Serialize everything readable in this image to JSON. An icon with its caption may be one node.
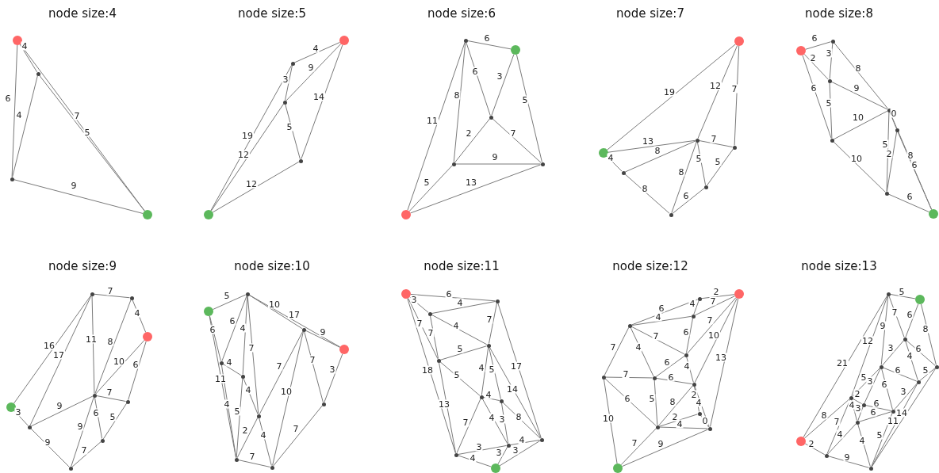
{
  "diagram": {
    "labels": [
      "node size:4",
      "node size:5",
      "node size:6",
      "node size:7",
      "node size:8",
      "node size:9",
      "node size:10",
      "node size:11",
      "node size:12",
      "node size:13"
    ],
    "nodes": [
      {
        "text": [],
        "shape": "circle"
      },
      {
        "text": [],
        "shape": "circle"
      },
      {
        "text": [],
        "shape": "circle"
      },
      {
        "text": [],
        "shape": "circle"
      },
      {
        "text": [],
        "shape": "circle"
      },
      {
        "text": [],
        "shape": "circle"
      },
      {
        "text": [],
        "shape": "circle"
      },
      {
        "text": [],
        "shape": "circle"
      },
      {
        "text": [],
        "shape": "circle"
      },
      {
        "text": [],
        "shape": "circle"
      },
      {
        "text": [],
        "shape": "circle"
      },
      {
        "text": [],
        "shape": "circle"
      },
      {
        "text": [],
        "shape": "circle"
      },
      {
        "text": [],
        "shape": "circle"
      },
      {
        "text": [],
        "shape": "circle"
      },
      {
        "text": [],
        "shape": "circle"
      },
      {
        "text": [],
        "shape": "circle"
      },
      {
        "text": [],
        "shape": "circle"
      },
      {
        "text": [],
        "shape": "circle"
      },
      {
        "text": [],
        "shape": "circle"
      },
      {
        "text": [],
        "shape": "circle"
      },
      {
        "text": [],
        "shape": "circle"
      },
      {
        "text": [],
        "shape": "circle"
      },
      {
        "text": [],
        "shape": "circle"
      },
      {
        "text": [],
        "shape": "circle"
      },
      {
        "text": [],
        "shape": "circle"
      },
      {
        "text": [],
        "shape": "circle"
      },
      {
        "text": [],
        "shape": "circle"
      },
      {
        "text": [],
        "shape": "circle"
      },
      {
        "text": [],
        "shape": "circle"
      },
      {
        "text": [],
        "shape": "circle"
      },
      {
        "text": [],
        "shape": "circle"
      },
      {
        "text": [],
        "shape": "circle"
      },
      {
        "text": [],
        "shape": "circle"
      },
      {
        "text": [],
        "shape": "circle"
      },
      {
        "text": [],
        "shape": "circle"
      },
      {
        "text": [],
        "shape": "circle"
      },
      {
        "text": [],
        "shape": "circle"
      },
      {
        "text": [],
        "shape": "circle"
      },
      {
        "text": [],
        "shape": "circle"
      },
      {
        "text": [],
        "shape": "circle"
      },
      {
        "text": [],
        "shape": "circle"
      },
      {
        "text": [],
        "shape": "circle"
      },
      {
        "text": [],
        "shape": "circle"
      },
      {
        "text": [],
        "shape": "circle"
      },
      {
        "text": [],
        "shape": "circle"
      },
      {
        "text": [],
        "shape": "circle"
      },
      {
        "text": [],
        "shape": "circle"
      },
      {
        "text": [],
        "shape": "circle"
      },
      {
        "text": [],
        "shape": "circle"
      },
      {
        "text": [],
        "shape": "circle"
      },
      {
        "text": [],
        "shape": "circle"
      },
      {
        "text": [],
        "shape": "circle"
      },
      {
        "text": [],
        "shape": "circle"
      },
      {
        "text": [],
        "shape": "circle"
      },
      {
        "text": [],
        "shape": "circle"
      },
      {
        "text": [],
        "shape": "circle"
      },
      {
        "text": [],
        "shape": "circle"
      },
      {
        "text": [],
        "shape": "circle"
      },
      {
        "text": [],
        "shape": "circle"
      },
      {
        "text": [],
        "shape": "circle"
      },
      {
        "text": [],
        "shape": "circle"
      },
      {
        "text": [],
        "shape": "circle"
      },
      {
        "text": [],
        "shape": "circle"
      },
      {
        "text": [],
        "shape": "circle"
      },
      {
        "text": [],
        "shape": "circle"
      },
      {
        "text": [],
        "shape": "circle"
      },
      {
        "text": [],
        "shape": "circle"
      },
      {
        "text": [],
        "shape": "circle"
      },
      {
        "text": [],
        "shape": "circle"
      },
      {
        "text": [],
        "shape": "circle"
      },
      {
        "text": [],
        "shape": "circle"
      },
      {
        "text": [],
        "shape": "circle"
      },
      {
        "text": [],
        "shape": "circle"
      },
      {
        "text": [],
        "shape": "circle"
      },
      {
        "text": [],
        "shape": "circle"
      },
      {
        "text": [],
        "shape": "circle"
      },
      {
        "text": [],
        "shape": "circle"
      },
      {
        "text": [],
        "shape": "circle"
      },
      {
        "text": [],
        "shape": "circle"
      },
      {
        "text": [],
        "shape": "circle"
      },
      {
        "text": [],
        "shape": "circle"
      },
      {
        "text": [],
        "shape": "circle"
      },
      {
        "text": [],
        "shape": "circle"
      },
      {
        "text": [],
        "shape": "circle"
      }
    ],
    "edges": [
      {
        "from": 0,
        "to": 1,
        "label": "4",
        "arrow": "none"
      },
      {
        "from": 0,
        "to": 2,
        "label": "6",
        "arrow": "none"
      },
      {
        "from": 1,
        "to": 2,
        "label": "4",
        "arrow": "none"
      },
      {
        "from": 1,
        "to": 3,
        "label": "7",
        "arrow": "none"
      },
      {
        "from": 0,
        "to": 3,
        "label": "5",
        "arrow": "none"
      },
      {
        "from": 2,
        "to": 3,
        "label": "9",
        "arrow": "none"
      },
      {
        "from": 4,
        "to": 5,
        "label": "4",
        "arrow": "none"
      },
      {
        "from": 4,
        "to": 6,
        "label": "9",
        "arrow": "none"
      },
      {
        "from": 4,
        "to": 7,
        "label": "14",
        "arrow": "none"
      },
      {
        "from": 5,
        "to": 6,
        "label": "3",
        "arrow": "none"
      },
      {
        "from": 5,
        "to": 8,
        "label": "19",
        "arrow": "none"
      },
      {
        "from": 6,
        "to": 8,
        "label": "12",
        "arrow": "none"
      },
      {
        "from": 6,
        "to": 7,
        "label": "5",
        "arrow": "none"
      },
      {
        "from": 7,
        "to": 8,
        "label": "12",
        "arrow": "none"
      },
      {
        "from": 9,
        "to": 10,
        "label": "6",
        "arrow": "none"
      },
      {
        "from": 9,
        "to": 11,
        "label": "6",
        "arrow": "none"
      },
      {
        "from": 10,
        "to": 11,
        "label": "3",
        "arrow": "none"
      },
      {
        "from": 10,
        "to": 13,
        "label": "5",
        "arrow": "none"
      },
      {
        "from": 9,
        "to": 12,
        "label": "8",
        "arrow": "none"
      },
      {
        "from": 9,
        "to": 14,
        "label": "11",
        "arrow": "none"
      },
      {
        "from": 11,
        "to": 12,
        "label": "2",
        "arrow": "none"
      },
      {
        "from": 11,
        "to": 13,
        "label": "7",
        "arrow": "none"
      },
      {
        "from": 12,
        "to": 13,
        "label": "9",
        "arrow": "none"
      },
      {
        "from": 12,
        "to": 14,
        "label": "5",
        "arrow": "none"
      },
      {
        "from": 14,
        "to": 13,
        "label": "13",
        "arrow": "none"
      },
      {
        "from": 15,
        "to": 18,
        "label": "19",
        "arrow": "none"
      },
      {
        "from": 15,
        "to": 16,
        "label": "12",
        "arrow": "none"
      },
      {
        "from": 15,
        "to": 17,
        "label": "7",
        "arrow": "none"
      },
      {
        "from": 18,
        "to": 16,
        "label": "13",
        "arrow": "none"
      },
      {
        "from": 19,
        "to": 16,
        "label": "8",
        "arrow": "none"
      },
      {
        "from": 18,
        "to": 19,
        "label": "4",
        "arrow": "none"
      },
      {
        "from": 16,
        "to": 17,
        "label": "7",
        "arrow": "none"
      },
      {
        "from": 16,
        "to": 20,
        "label": "5",
        "arrow": "none"
      },
      {
        "from": 16,
        "to": 21,
        "label": "8",
        "arrow": "none"
      },
      {
        "from": 17,
        "to": 20,
        "label": "5",
        "arrow": "none"
      },
      {
        "from": 19,
        "to": 21,
        "label": "8",
        "arrow": "none"
      },
      {
        "from": 21,
        "to": 20,
        "label": "6",
        "arrow": "none"
      },
      {
        "from": 23,
        "to": 22,
        "label": "6",
        "arrow": "none"
      },
      {
        "from": 22,
        "to": 24,
        "label": "3",
        "arrow": "none"
      },
      {
        "from": 23,
        "to": 24,
        "label": "2",
        "arrow": "none"
      },
      {
        "from": 22,
        "to": 25,
        "label": "8",
        "arrow": "none"
      },
      {
        "from": 24,
        "to": 25,
        "label": "9",
        "arrow": "none"
      },
      {
        "from": 23,
        "to": 27,
        "label": "6",
        "arrow": "none"
      },
      {
        "from": 24,
        "to": 27,
        "label": "5",
        "arrow": "none"
      },
      {
        "from": 27,
        "to": 25,
        "label": "10",
        "arrow": "none"
      },
      {
        "from": 25,
        "to": 26,
        "label": "0",
        "arrow": "none"
      },
      {
        "from": 25,
        "to": 28,
        "label": "5",
        "arrow": "none"
      },
      {
        "from": 26,
        "to": 28,
        "label": "2",
        "arrow": "none"
      },
      {
        "from": 25,
        "to": 29,
        "label": "8",
        "arrow": "none"
      },
      {
        "from": 26,
        "to": 29,
        "label": "6",
        "arrow": "none"
      },
      {
        "from": 27,
        "to": 28,
        "label": "10",
        "arrow": "none"
      },
      {
        "from": 28,
        "to": 29,
        "label": "6",
        "arrow": "none"
      },
      {
        "from": 30,
        "to": 31,
        "label": "7",
        "arrow": "none"
      },
      {
        "from": 31,
        "to": 32,
        "label": "4",
        "arrow": "none"
      },
      {
        "from": 30,
        "to": 35,
        "label": "16",
        "arrow": "none"
      },
      {
        "from": 30,
        "to": 36,
        "label": "17",
        "arrow": "none"
      },
      {
        "from": 30,
        "to": 33,
        "label": "11",
        "arrow": "none"
      },
      {
        "from": 31,
        "to": 33,
        "label": "8",
        "arrow": "none"
      },
      {
        "from": 32,
        "to": 33,
        "label": "10",
        "arrow": "none"
      },
      {
        "from": 32,
        "to": 34,
        "label": "6",
        "arrow": "none"
      },
      {
        "from": 33,
        "to": 34,
        "label": "7",
        "arrow": "none"
      },
      {
        "from": 35,
        "to": 36,
        "label": "3",
        "arrow": "none"
      },
      {
        "from": 36,
        "to": 33,
        "label": "9",
        "arrow": "none"
      },
      {
        "from": 33,
        "to": 37,
        "label": "6",
        "arrow": "none"
      },
      {
        "from": 33,
        "to": 38,
        "label": "9",
        "arrow": "none"
      },
      {
        "from": 34,
        "to": 37,
        "label": "5",
        "arrow": "none"
      },
      {
        "from": 36,
        "to": 38,
        "label": "9",
        "arrow": "none"
      },
      {
        "from": 38,
        "to": 37,
        "label": "7",
        "arrow": "none"
      },
      {
        "from": 40,
        "to": 39,
        "label": "5",
        "arrow": "none"
      },
      {
        "from": 39,
        "to": 41,
        "label": "10",
        "arrow": "none"
      },
      {
        "from": 39,
        "to": 42,
        "label": "17",
        "arrow": "none"
      },
      {
        "from": 41,
        "to": 42,
        "label": "9",
        "arrow": "none"
      },
      {
        "from": 39,
        "to": 43,
        "label": "6",
        "arrow": "none"
      },
      {
        "from": 39,
        "to": 44,
        "label": "4",
        "arrow": "none"
      },
      {
        "from": 39,
        "to": 45,
        "label": "7",
        "arrow": "none"
      },
      {
        "from": 40,
        "to": 43,
        "label": "6",
        "arrow": "none"
      },
      {
        "from": 40,
        "to": 47,
        "label": "11",
        "arrow": "none"
      },
      {
        "from": 43,
        "to": 47,
        "label": "4",
        "arrow": "none"
      },
      {
        "from": 43,
        "to": 44,
        "label": "4",
        "arrow": "none"
      },
      {
        "from": 44,
        "to": 45,
        "label": "4",
        "arrow": "none"
      },
      {
        "from": 44,
        "to": 47,
        "label": "5",
        "arrow": "none"
      },
      {
        "from": 45,
        "to": 47,
        "label": "2",
        "arrow": "none"
      },
      {
        "from": 41,
        "to": 45,
        "label": "7",
        "arrow": "none"
      },
      {
        "from": 41,
        "to": 48,
        "label": "10",
        "arrow": "none"
      },
      {
        "from": 41,
        "to": 46,
        "label": "7",
        "arrow": "none"
      },
      {
        "from": 42,
        "to": 46,
        "label": "3",
        "arrow": "none"
      },
      {
        "from": 45,
        "to": 48,
        "label": "4",
        "arrow": "none"
      },
      {
        "from": 47,
        "to": 48,
        "label": "7",
        "arrow": "none"
      },
      {
        "from": 46,
        "to": 48,
        "label": "7",
        "arrow": "none"
      },
      {
        "from": 49,
        "to": 50,
        "label": "6",
        "arrow": "none"
      },
      {
        "from": 49,
        "to": 51,
        "label": "3",
        "arrow": "none"
      },
      {
        "from": 51,
        "to": 50,
        "label": "4",
        "arrow": "none"
      },
      {
        "from": 50,
        "to": 52,
        "label": "7",
        "arrow": "none"
      },
      {
        "from": 51,
        "to": 52,
        "label": "4",
        "arrow": "none"
      },
      {
        "from": 49,
        "to": 53,
        "label": "7",
        "arrow": "none"
      },
      {
        "from": 51,
        "to": 53,
        "label": "7",
        "arrow": "none"
      },
      {
        "from": 50,
        "to": 56,
        "label": "17",
        "arrow": "none"
      },
      {
        "from": 53,
        "to": 52,
        "label": "5",
        "arrow": "none"
      },
      {
        "from": 49,
        "to": 58,
        "label": "18",
        "arrow": "none"
      },
      {
        "from": 53,
        "to": 58,
        "label": "13",
        "arrow": "none"
      },
      {
        "from": 52,
        "to": 54,
        "label": "4",
        "arrow": "none"
      },
      {
        "from": 52,
        "to": 55,
        "label": "5",
        "arrow": "none"
      },
      {
        "from": 52,
        "to": 56,
        "label": "14",
        "arrow": "none"
      },
      {
        "from": 53,
        "to": 54,
        "label": "5",
        "arrow": "none"
      },
      {
        "from": 54,
        "to": 55,
        "label": "4",
        "arrow": "none"
      },
      {
        "from": 55,
        "to": 56,
        "label": "8",
        "arrow": "none"
      },
      {
        "from": 54,
        "to": 57,
        "label": "4",
        "arrow": "none"
      },
      {
        "from": 55,
        "to": 57,
        "label": "3",
        "arrow": "none"
      },
      {
        "from": 54,
        "to": 58,
        "label": "7",
        "arrow": "none"
      },
      {
        "from": 58,
        "to": 57,
        "label": "3",
        "arrow": "none"
      },
      {
        "from": 57,
        "to": 56,
        "label": "4",
        "arrow": "none"
      },
      {
        "from": 58,
        "to": 59,
        "label": "4",
        "arrow": "none"
      },
      {
        "from": 57,
        "to": 59,
        "label": "3",
        "arrow": "none"
      },
      {
        "from": 59,
        "to": 56,
        "label": "3",
        "arrow": "none"
      },
      {
        "from": 63,
        "to": 61,
        "label": "6",
        "arrow": "none"
      },
      {
        "from": 63,
        "to": 62,
        "label": "4",
        "arrow": "none"
      },
      {
        "from": 61,
        "to": 60,
        "label": "2",
        "arrow": "none"
      },
      {
        "from": 61,
        "to": 62,
        "label": "4",
        "arrow": "none"
      },
      {
        "from": 62,
        "to": 60,
        "label": "7",
        "arrow": "none"
      },
      {
        "from": 60,
        "to": 64,
        "label": "7",
        "arrow": "none"
      },
      {
        "from": 63,
        "to": 64,
        "label": "7",
        "arrow": "none"
      },
      {
        "from": 62,
        "to": 64,
        "label": "6",
        "arrow": "none"
      },
      {
        "from": 60,
        "to": 67,
        "label": "10",
        "arrow": "none"
      },
      {
        "from": 60,
        "to": 70,
        "label": "13",
        "arrow": "none"
      },
      {
        "from": 63,
        "to": 65,
        "label": "7",
        "arrow": "none"
      },
      {
        "from": 63,
        "to": 66,
        "label": "4",
        "arrow": "none"
      },
      {
        "from": 64,
        "to": 66,
        "label": "6",
        "arrow": "none"
      },
      {
        "from": 64,
        "to": 67,
        "label": "4",
        "arrow": "none"
      },
      {
        "from": 65,
        "to": 66,
        "label": "7",
        "arrow": "none"
      },
      {
        "from": 66,
        "to": 67,
        "label": "6",
        "arrow": "none"
      },
      {
        "from": 65,
        "to": 69,
        "label": "6",
        "arrow": "none"
      },
      {
        "from": 66,
        "to": 69,
        "label": "5",
        "arrow": "none"
      },
      {
        "from": 69,
        "to": 67,
        "label": "8",
        "arrow": "none"
      },
      {
        "from": 67,
        "to": 68,
        "label": "2",
        "arrow": "none"
      },
      {
        "from": 67,
        "to": 70,
        "label": "4",
        "arrow": "none"
      },
      {
        "from": 69,
        "to": 68,
        "label": "2",
        "arrow": "none"
      },
      {
        "from": 69,
        "to": 70,
        "label": "4",
        "arrow": "none"
      },
      {
        "from": 68,
        "to": 70,
        "label": "0",
        "arrow": "none"
      },
      {
        "from": 65,
        "to": 71,
        "label": "10",
        "arrow": "none"
      },
      {
        "from": 69,
        "to": 71,
        "label": "7",
        "arrow": "none"
      },
      {
        "from": 71,
        "to": 70,
        "label": "9",
        "arrow": "none"
      },
      {
        "from": 72,
        "to": 73,
        "label": "5",
        "arrow": "none"
      },
      {
        "from": 72,
        "to": 74,
        "label": "7",
        "arrow": "none"
      },
      {
        "from": 73,
        "to": 74,
        "label": "6",
        "arrow": "none"
      },
      {
        "from": 73,
        "to": 75,
        "label": "8",
        "arrow": "none"
      },
      {
        "from": 72,
        "to": 76,
        "label": "9",
        "arrow": "none"
      },
      {
        "from": 72,
        "to": 78,
        "label": "12",
        "arrow": "none"
      },
      {
        "from": 72,
        "to": 82,
        "label": "21",
        "arrow": "none"
      },
      {
        "from": 74,
        "to": 76,
        "label": "3",
        "arrow": "none"
      },
      {
        "from": 74,
        "to": 75,
        "label": "6",
        "arrow": "none"
      },
      {
        "from": 74,
        "to": 77,
        "label": "4",
        "arrow": "none"
      },
      {
        "from": 76,
        "to": 77,
        "label": "6",
        "arrow": "none"
      },
      {
        "from": 75,
        "to": 77,
        "label": "5",
        "arrow": "none"
      },
      {
        "from": 76,
        "to": 78,
        "label": "5",
        "arrow": "none"
      },
      {
        "from": 76,
        "to": 79,
        "label": "3",
        "arrow": "none"
      },
      {
        "from": 76,
        "to": 80,
        "label": "6",
        "arrow": "none"
      },
      {
        "from": 78,
        "to": 79,
        "label": "2",
        "arrow": "none"
      },
      {
        "from": 77,
        "to": 80,
        "label": "3",
        "arrow": "none"
      },
      {
        "from": 79,
        "to": 80,
        "label": "6",
        "arrow": "none"
      },
      {
        "from": 78,
        "to": 81,
        "label": "4",
        "arrow": "none"
      },
      {
        "from": 79,
        "to": 81,
        "label": "3",
        "arrow": "none"
      },
      {
        "from": 81,
        "to": 80,
        "label": "6",
        "arrow": "none"
      },
      {
        "from": 77,
        "to": 84,
        "label": "14",
        "arrow": "none"
      },
      {
        "from": 75,
        "to": 84,
        "label": "11",
        "arrow": "none"
      },
      {
        "from": 80,
        "to": 84,
        "label": "5",
        "arrow": "none"
      },
      {
        "from": 78,
        "to": 82,
        "label": "8",
        "arrow": "none"
      },
      {
        "from": 82,
        "to": 83,
        "label": "2",
        "arrow": "none"
      },
      {
        "from": 78,
        "to": 83,
        "label": "7",
        "arrow": "none"
      },
      {
        "from": 81,
        "to": 83,
        "label": "4",
        "arrow": "none"
      },
      {
        "from": 81,
        "to": 84,
        "label": "4",
        "arrow": "none"
      },
      {
        "from": 83,
        "to": 84,
        "label": "9",
        "arrow": "none"
      }
    ]
  }
}
